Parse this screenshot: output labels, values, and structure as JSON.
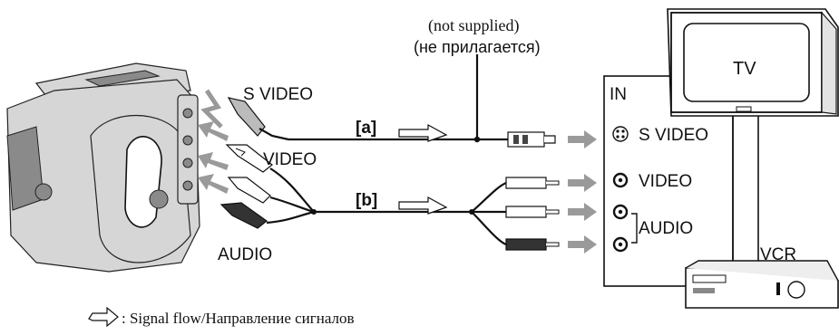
{
  "cable_note": {
    "en": "(not supplied)",
    "ru": "(не прилагается)"
  },
  "camcorder": {
    "svideo_label": "S VIDEO",
    "video_label": "VIDEO",
    "audio_label": "AUDIO"
  },
  "cables": {
    "a_label": "[a]",
    "b_label": "[b]"
  },
  "panel": {
    "in_label": "IN",
    "svideo_label": "S VIDEO",
    "video_label": "VIDEO",
    "audio_label": "AUDIO"
  },
  "tv": {
    "label": "TV"
  },
  "vcr": {
    "label": "VCR"
  },
  "legend": {
    "text": ": Signal flow/Направление сигналов"
  }
}
